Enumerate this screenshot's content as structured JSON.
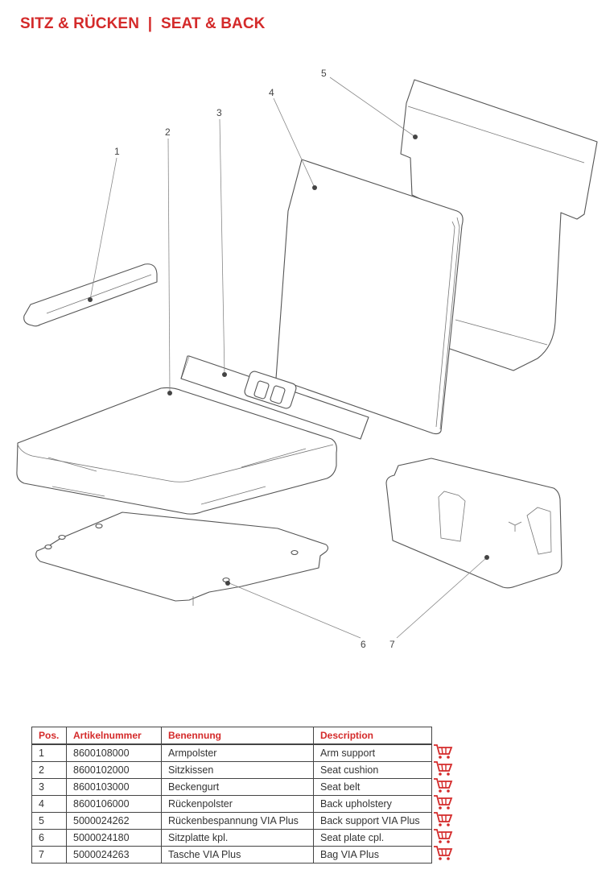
{
  "page": {
    "title": "SITZ & RÜCKEN  |  SEAT & BACK"
  },
  "callouts": [
    "1",
    "2",
    "3",
    "4",
    "5",
    "6",
    "7"
  ],
  "table": {
    "headers": [
      "Pos.",
      "Artikelnummer",
      "Benennung",
      "Description"
    ],
    "rows": [
      [
        "1",
        "8600108000",
        "Armpolster",
        "Arm support"
      ],
      [
        "2",
        "8600102000",
        "Sitzkissen",
        "Seat cushion"
      ],
      [
        "3",
        "8600103000",
        "Beckengurt",
        "Seat belt"
      ],
      [
        "4",
        "8600106000",
        "Rückenpolster",
        "Back upholstery"
      ],
      [
        "5",
        "5000024262",
        "Rückenbespannung VIA Plus",
        "Back support VIA Plus"
      ],
      [
        "6",
        "5000024180",
        "Sitzplatte kpl.",
        "Seat plate cpl."
      ],
      [
        "7",
        "5000024263",
        "Tasche VIA Plus",
        "Bag VIA Plus"
      ]
    ]
  },
  "icons": {
    "cart": "cart-icon"
  },
  "colors": {
    "accent": "#d42a2a",
    "line": "#555555"
  }
}
